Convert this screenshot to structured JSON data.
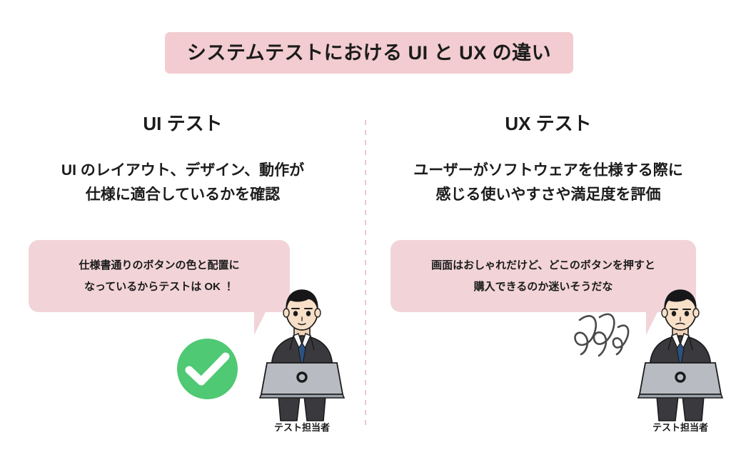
{
  "title": {
    "text": "システムテストにおける UI と UX の違い",
    "banner_color": "#f2ccd0"
  },
  "divider": {
    "color": "#f0c4ca",
    "style": "dashed-vertical"
  },
  "columns": [
    {
      "id": "ui-test",
      "heading": "UI テスト",
      "description": [
        "UI のレイアウト、デザイン、動作が",
        "仕様に適合しているかを確認"
      ],
      "bubble": {
        "color": "#f2d4d8",
        "lines": [
          "仕様書通りのボタンの色と配置に",
          "なっているからテストは OK ！"
        ]
      },
      "badge": {
        "type": "check-circle",
        "color": "#4fc973"
      },
      "person_caption": "テスト担当者"
    },
    {
      "id": "ux-test",
      "heading": "UX テスト",
      "description": [
        "ユーザーがソフトウェアを仕様する際に",
        "感じる使いやすさや満足度を評価"
      ],
      "bubble": {
        "color": "#f2d4d8",
        "lines": [
          "画面はおしゃれだけど、どこのボタンを押すと",
          "購入できるのか迷いそうだな"
        ]
      },
      "badge": {
        "type": "confusion-squiggles",
        "color": "#4a4a4a"
      },
      "person_caption": "テスト担当者"
    }
  ],
  "illustration": {
    "subject": "businessman-with-laptop",
    "suit_color": "#3a3a3e",
    "tie_color": "#2c5282",
    "laptop_color": "#b8bcc2",
    "skin_color": "#f7dfc8",
    "hair_color": "#17171a"
  }
}
